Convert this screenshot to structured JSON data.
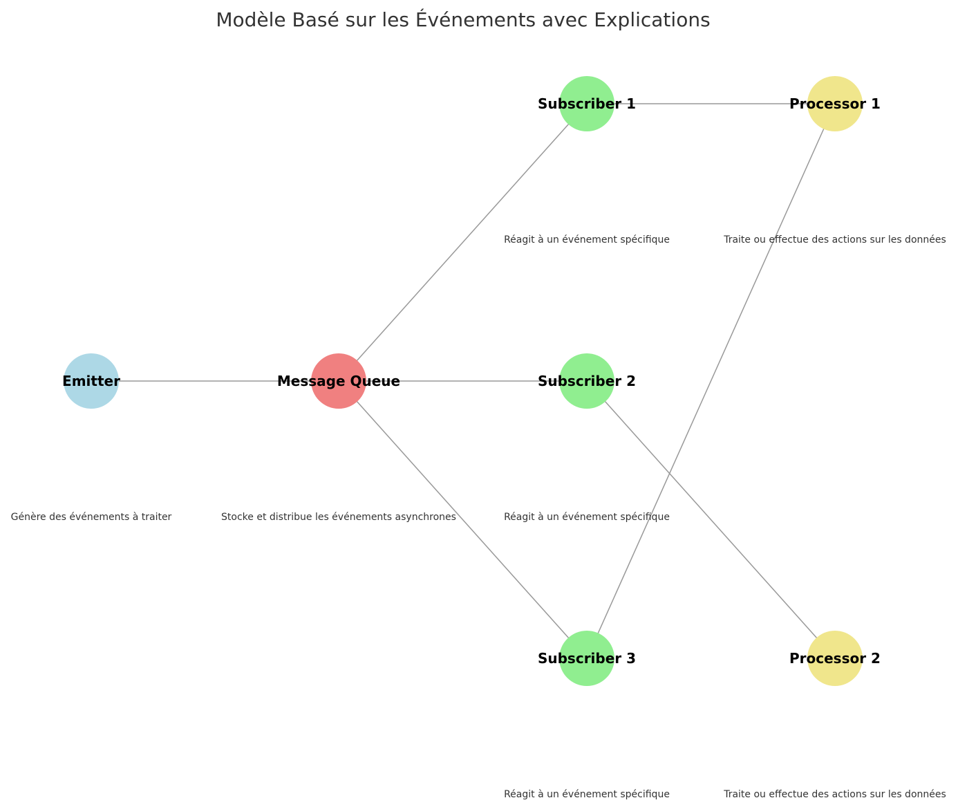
{
  "title": "Modèle Basé sur les Événements avec Explications",
  "colors": {
    "emitter": "#add8e6",
    "queue": "#f08080",
    "subscriber": "#90ee90",
    "processor": "#f0e68c",
    "edge": "#999999",
    "title": "#333333"
  },
  "nodes": [
    {
      "id": "emitter",
      "label": "Emitter",
      "description": "Génère des événements à traiter",
      "color": "#add8e6"
    },
    {
      "id": "queue",
      "label": "Message Queue",
      "description": "Stocke et distribue les événements asynchrones",
      "color": "#f08080"
    },
    {
      "id": "sub1",
      "label": "Subscriber 1",
      "description": "Réagit à un événement spécifique",
      "color": "#90ee90"
    },
    {
      "id": "sub2",
      "label": "Subscriber 2",
      "description": "Réagit à un événement spécifique",
      "color": "#90ee90"
    },
    {
      "id": "sub3",
      "label": "Subscriber 3",
      "description": "Réagit à un événement spécifique",
      "color": "#90ee90"
    },
    {
      "id": "proc1",
      "label": "Processor 1",
      "description": "Traite ou effectue des actions sur les données",
      "color": "#f0e68c"
    },
    {
      "id": "proc2",
      "label": "Processor 2",
      "description": "Traite ou effectue des actions sur les données",
      "color": "#f0e68c"
    }
  ],
  "edges": [
    [
      "emitter",
      "queue"
    ],
    [
      "queue",
      "sub1"
    ],
    [
      "queue",
      "sub2"
    ],
    [
      "queue",
      "sub3"
    ],
    [
      "sub1",
      "proc1"
    ],
    [
      "sub2",
      "proc2"
    ],
    [
      "sub3",
      "proc1"
    ]
  ]
}
